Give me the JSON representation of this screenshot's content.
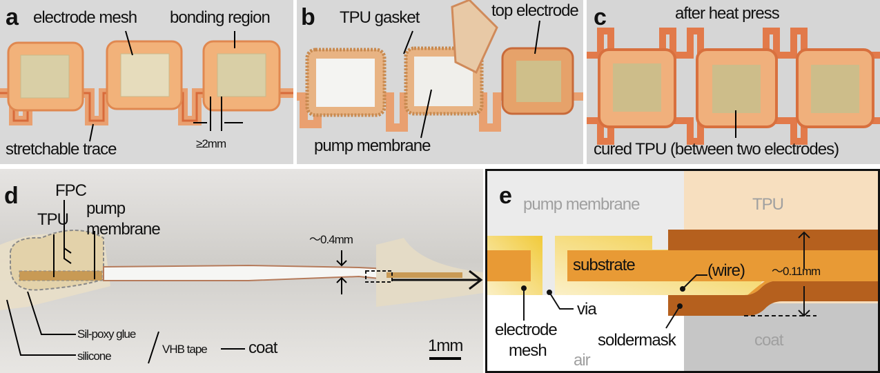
{
  "panels": {
    "a": {
      "letter": "a",
      "labels": {
        "mesh": "electrode mesh",
        "bonding": "bonding region",
        "trace": "stretchable trace",
        "gap": "≥2mm"
      }
    },
    "b": {
      "letter": "b",
      "labels": {
        "gasket": "TPU gasket",
        "top": "top electrode",
        "membrane": "pump membrane"
      }
    },
    "c": {
      "letter": "c",
      "labels": {
        "after": "after heat press",
        "cured": "cured TPU (between two electrodes)"
      }
    },
    "d": {
      "letter": "d",
      "labels": {
        "fpc": "FPC",
        "tpu": "TPU",
        "pump1": "pump",
        "pump2": "membrane",
        "thickness": "〜0.4mm",
        "silpoxy": "Sil-poxy glue",
        "silicone": "silicone",
        "vhb": "VHB tape",
        "coat": "coat",
        "scale": "1mm"
      }
    },
    "e": {
      "letter": "e",
      "labels": {
        "pump": "pump membrane",
        "tpu": "TPU",
        "substrate": "substrate",
        "wire": "(wire)",
        "thickness": "〜0.11mm",
        "via": "via",
        "mesh1": "electrode",
        "mesh2": "mesh",
        "soldermask": "soldermask",
        "air": "air",
        "coat": "coat"
      }
    }
  },
  "colors": {
    "trace": "#e07a45",
    "tpu": "#f2b070",
    "mesh": "#d8c89a",
    "substrate": "#e89a35",
    "soldermask": "#b5601e",
    "tpuLayer": "#f7dfbf",
    "coatLayer": "#c6c6c6",
    "membraneLayer": "#ebebeb"
  }
}
